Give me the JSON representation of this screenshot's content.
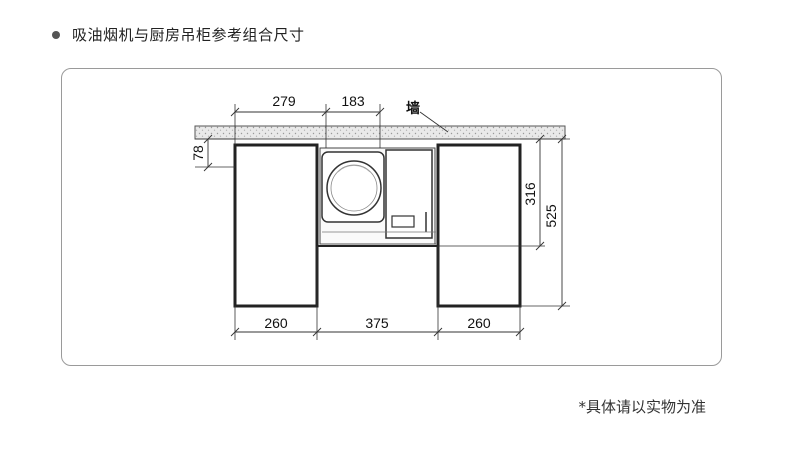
{
  "header": {
    "title": "吸油烟机与厨房吊柜参考组合尺寸"
  },
  "diagram": {
    "wall_label": "墙",
    "dims": {
      "top_left": "279",
      "top_right": "183",
      "left_height": "78",
      "hood_height": "316",
      "cabinet_height": "525",
      "bottom_left": "260",
      "bottom_middle": "375",
      "bottom_right": "260"
    }
  },
  "footer": {
    "note": "*具体请以实物为准"
  }
}
